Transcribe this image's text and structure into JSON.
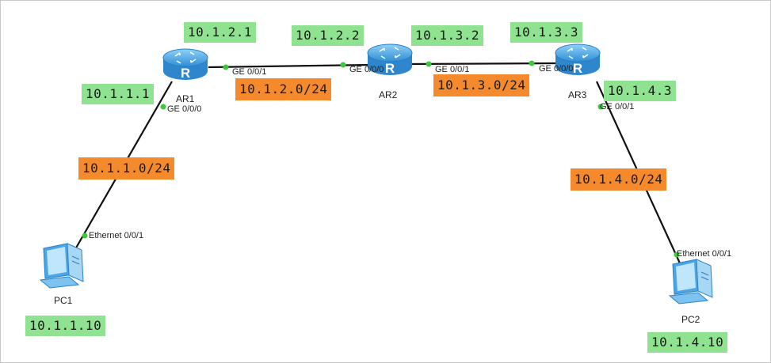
{
  "devices": {
    "ar1": {
      "name": "AR1",
      "icon": "router-icon"
    },
    "ar2": {
      "name": "AR2",
      "icon": "router-icon"
    },
    "ar3": {
      "name": "AR3",
      "icon": "router-icon"
    },
    "pc1": {
      "name": "PC1",
      "icon": "pc-icon"
    },
    "pc2": {
      "name": "PC2",
      "icon": "pc-icon"
    }
  },
  "ip_labels": {
    "ar1_ge001": "10.1.2.1",
    "ar1_ge000": "10.1.1.1",
    "ar2_ge000": "10.1.2.2",
    "ar2_ge001": "10.1.3.2",
    "ar3_ge000": "10.1.3.3",
    "ar3_ge001": "10.1.4.3",
    "pc1": "10.1.1.10",
    "pc2": "10.1.4.10"
  },
  "network_labels": {
    "pc1_ar1": "10.1.1.0/24",
    "ar1_ar2": "10.1.2.0/24",
    "ar2_ar3": "10.1.3.0/24",
    "ar3_pc2": "10.1.4.0/24"
  },
  "ports": {
    "ar1_ge001": "GE 0/0/1",
    "ar1_ge000": "GE 0/0/0",
    "ar2_ge000": "GE 0/0/0",
    "ar2_ge001": "GE 0/0/1",
    "ar3_ge000": "GE 0/0/0",
    "ar3_ge001": "GE 0/0/1",
    "pc1_eth": "Ethernet 0/0/1",
    "pc2_eth": "Ethernet 0/0/1"
  },
  "colors": {
    "ip_label_bg": "#8fe28f",
    "network_label_bg": "#f58a2d",
    "link": "#111111",
    "port_dot": "#3cc83c",
    "router_body": "#4aa6e6"
  }
}
